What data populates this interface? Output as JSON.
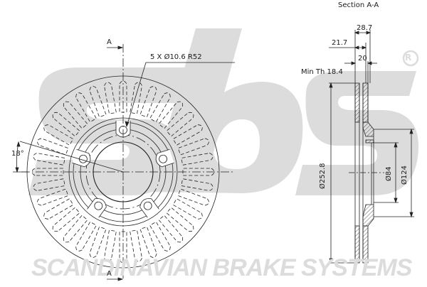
{
  "title": "Section A-A",
  "brand": {
    "logo_text": "sbs",
    "registered_mark": "®",
    "tagline": "SCANDINAVIAN BRAKE SYSTEMS",
    "watermark_color": "#dcdcdc"
  },
  "front_view": {
    "section_marker_top": "A",
    "section_marker_bottom": "A",
    "bolt_callout": "5 X Ø10.6   R52",
    "angle_label": "18°",
    "bolt_holes": 5,
    "vent_slots": 36
  },
  "section_view": {
    "dim_overall_width": "28.7",
    "dim_offset": "21.7",
    "dim_thickness": "20",
    "min_thickness": "Min Th  18.4",
    "dim_outer_diameter": "Ø252.8",
    "dim_center_bore": "Ø84",
    "dim_hub_diameter": "Ø124"
  },
  "colors": {
    "line": "#222222",
    "watermark": "#dcdcdc",
    "background": "#ffffff"
  }
}
